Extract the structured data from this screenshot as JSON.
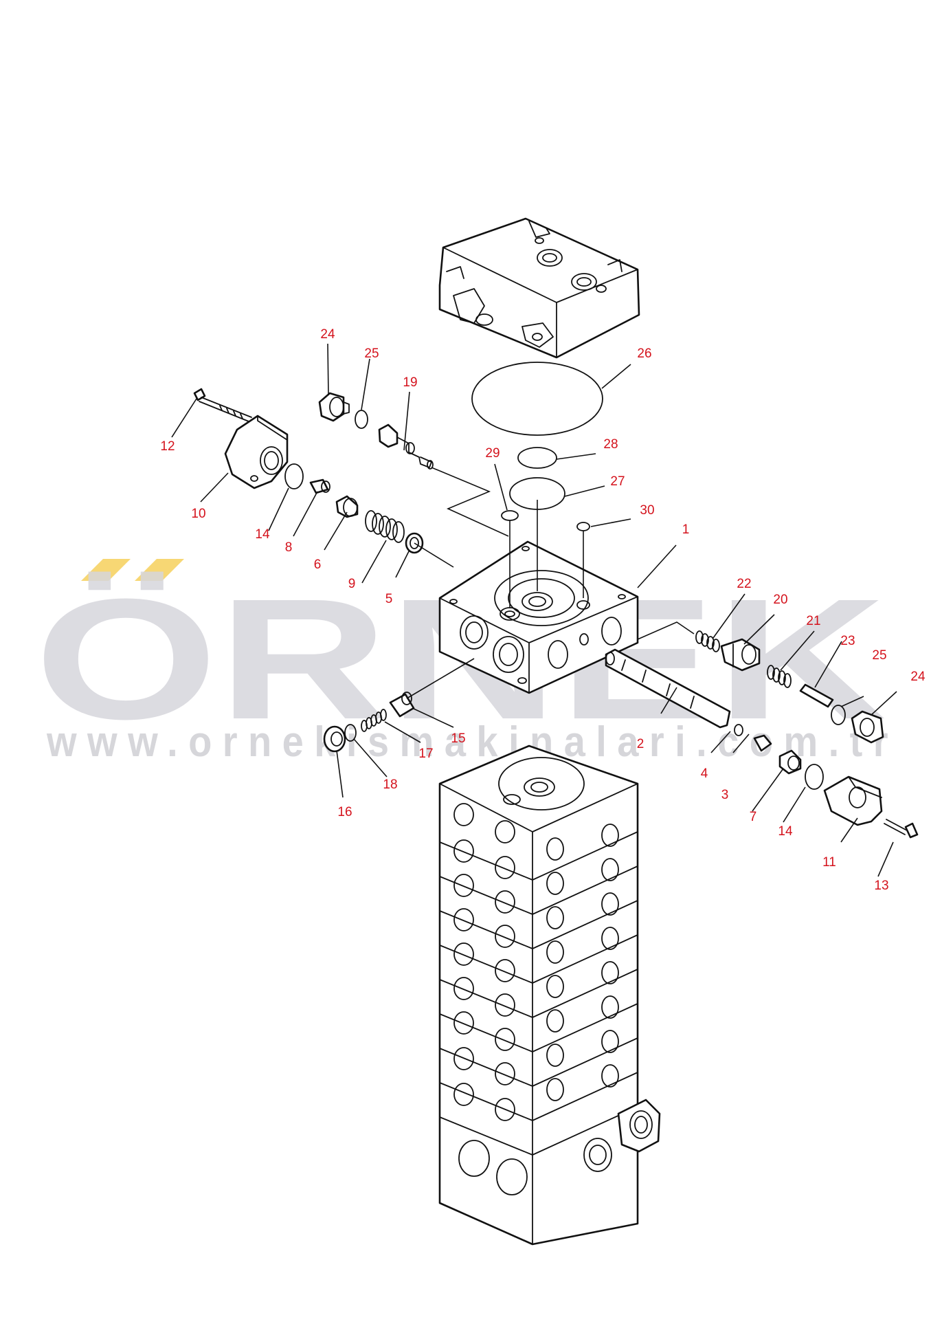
{
  "watermark": {
    "brand": "ÖRNEK",
    "url": "www.ornekismakinalari.com.tr",
    "brand_color": "#d7d6dc",
    "accent_color": "#f7d774"
  },
  "label_color": "#d4121c",
  "callouts": [
    {
      "id": "c1",
      "text": "1"
    },
    {
      "id": "c2",
      "text": "2"
    },
    {
      "id": "c3",
      "text": "3"
    },
    {
      "id": "c4",
      "text": "4"
    },
    {
      "id": "c5",
      "text": "5"
    },
    {
      "id": "c6",
      "text": "6"
    },
    {
      "id": "c7",
      "text": "7"
    },
    {
      "id": "c8",
      "text": "8"
    },
    {
      "id": "c9",
      "text": "9"
    },
    {
      "id": "c10",
      "text": "10"
    },
    {
      "id": "c11",
      "text": "11"
    },
    {
      "id": "c12",
      "text": "12"
    },
    {
      "id": "c13",
      "text": "13"
    },
    {
      "id": "c14a",
      "text": "14"
    },
    {
      "id": "c14b",
      "text": "14"
    },
    {
      "id": "c15",
      "text": "15"
    },
    {
      "id": "c16",
      "text": "16"
    },
    {
      "id": "c17",
      "text": "17"
    },
    {
      "id": "c18",
      "text": "18"
    },
    {
      "id": "c19",
      "text": "19"
    },
    {
      "id": "c20",
      "text": "20"
    },
    {
      "id": "c21",
      "text": "21"
    },
    {
      "id": "c22",
      "text": "22"
    },
    {
      "id": "c23",
      "text": "23"
    },
    {
      "id": "c24a",
      "text": "24"
    },
    {
      "id": "c24b",
      "text": "24"
    },
    {
      "id": "c25a",
      "text": "25"
    },
    {
      "id": "c25b",
      "text": "25"
    },
    {
      "id": "c26",
      "text": "26"
    },
    {
      "id": "c27",
      "text": "27"
    },
    {
      "id": "c28",
      "text": "28"
    },
    {
      "id": "c29",
      "text": "29"
    },
    {
      "id": "c30",
      "text": "30"
    }
  ]
}
